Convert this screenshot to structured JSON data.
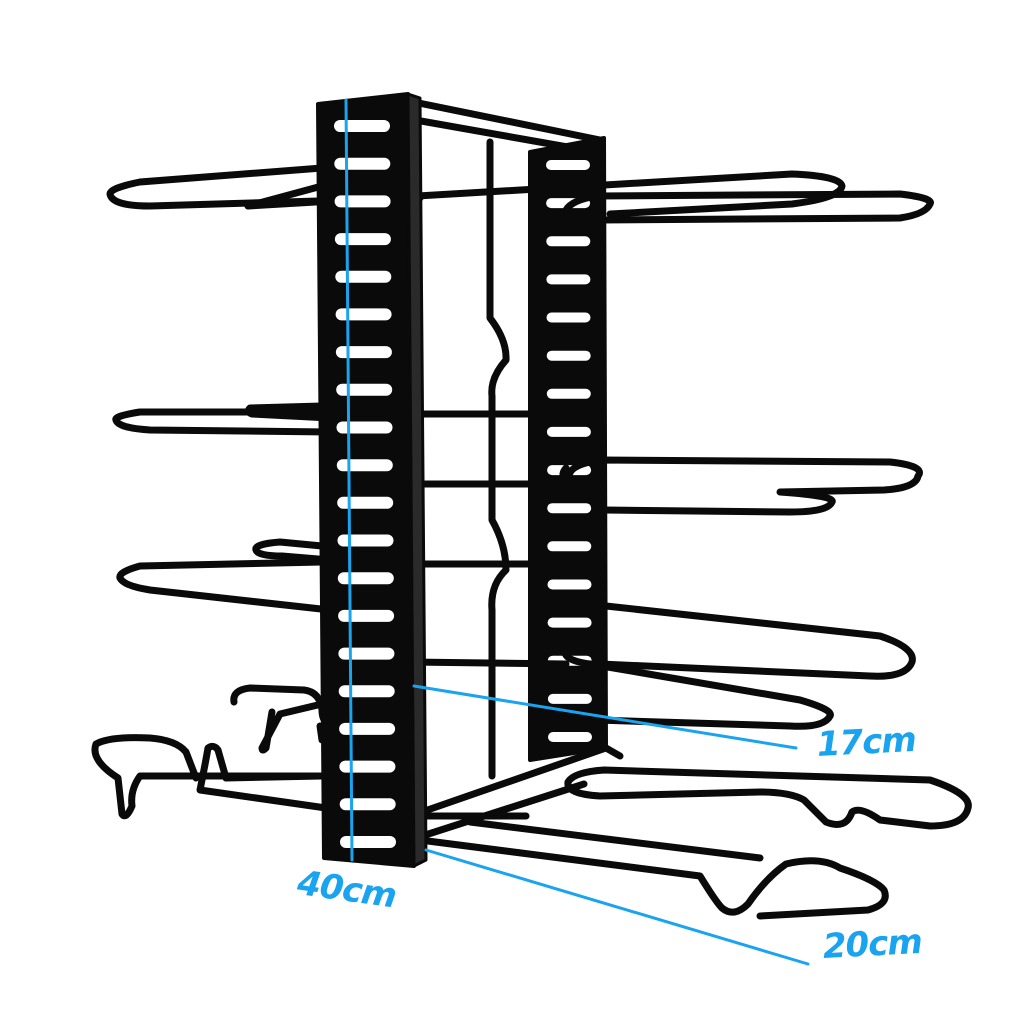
{
  "product_image": {
    "subject": "pan-organizer-rack",
    "colors": {
      "background": "#ffffff",
      "rack": "#0a0a0a",
      "slot": "#ffffff",
      "highlight": "#6e6e6e",
      "dimension": "#1aa3ee"
    }
  },
  "dimensions": {
    "height": {
      "label": "40cm"
    },
    "depth": {
      "label": "17cm"
    },
    "width": {
      "label": "20cm"
    }
  }
}
